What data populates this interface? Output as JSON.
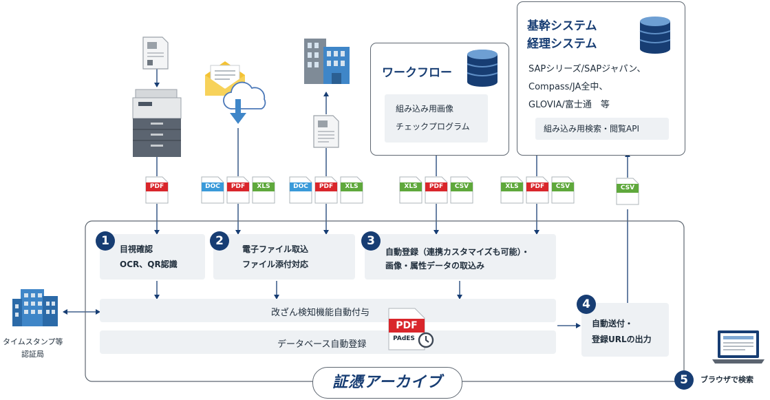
{
  "steps": [
    {
      "num": "1",
      "lines": [
        "目視確認",
        "OCR、QR認識"
      ]
    },
    {
      "num": "2",
      "lines": [
        "電子ファイル取込",
        "ファイル添付対応"
      ]
    },
    {
      "num": "3",
      "lines": [
        "自動登録（連携カスタマイズも可能）・",
        "画像・属性データの取込み"
      ]
    },
    {
      "num": "4",
      "lines": [
        "自動送付・",
        "登録URLの出力"
      ]
    },
    {
      "num": "5",
      "label": "ブラウザで検索"
    }
  ],
  "bars": {
    "tamper": "改ざん検知機能自動付与",
    "database": "データベース自動登録"
  },
  "pdf_badge": {
    "top": "PDF",
    "bottom": "PAdES"
  },
  "timestamp_authority": [
    "タイムスタンプ等",
    "認証局"
  ],
  "workflow": {
    "title": "ワークフロー",
    "chip_lines": [
      "組み込み用画像",
      "チェックプログラム"
    ]
  },
  "core_system": {
    "title_lines": [
      "基幹システム",
      "経理システム"
    ],
    "lines": [
      "SAPシリーズ/SAPジャパン、",
      "Compass/JA全中、",
      "GLOVIA/富士通　等"
    ],
    "chip": "組み込み用検索・閲覧API"
  },
  "logo": "証憑アーカイブ",
  "file_tags": {
    "pdf": "PDF",
    "doc": "DOC",
    "xls": "XLS",
    "csv": "CSV"
  },
  "colors": {
    "navy": "#173d73",
    "pdf": "#d9262b",
    "doc": "#3a9ad9",
    "xls": "#5fa83c",
    "csv": "#5fa83c",
    "panel": "#eef1f4"
  },
  "icons": [
    "document-icon",
    "multifunction-printer-icon",
    "email-icon",
    "cloud-download-icon",
    "building-icon",
    "database-icon",
    "laptop-icon",
    "clock-icon"
  ]
}
